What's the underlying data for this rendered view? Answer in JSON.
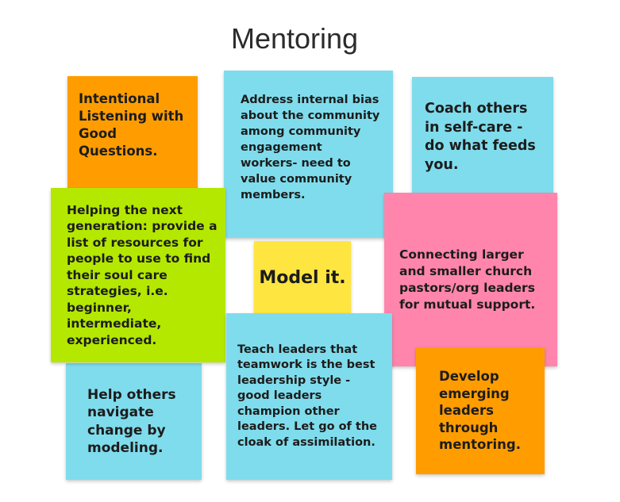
{
  "title": "Mentoring",
  "colors": {
    "orange": "#ff9d00",
    "cyan": "#7fdcec",
    "green": "#b4e800",
    "pink": "#ff85ad",
    "yellow": "#ffe540"
  },
  "notes": [
    {
      "id": "intentional-listening",
      "color": "orange",
      "text": "Intentional Listening with Good Questions."
    },
    {
      "id": "address-bias",
      "color": "cyan",
      "text": "Address internal bias about the community among community engagement workers- need to value community members."
    },
    {
      "id": "coach-self-care",
      "color": "cyan",
      "text": "Coach others in self-care - do what feeds you."
    },
    {
      "id": "helping-next-generation",
      "color": "green",
      "text": "Helping the next generation: provide a list of resources for people to use to find their soul care strategies, i.e. beginner, intermediate, experienced."
    },
    {
      "id": "connecting-pastors",
      "color": "pink",
      "text": "Connecting larger and smaller church pastors/org leaders for mutual support."
    },
    {
      "id": "model-it",
      "color": "yellow",
      "text": "Model it."
    },
    {
      "id": "help-navigate-change",
      "color": "cyan",
      "text": "Help others navigate change by modeling."
    },
    {
      "id": "teach-teamwork",
      "color": "cyan",
      "text": "Teach leaders that teamwork is the best leadership style - good leaders champion other leaders. Let go of the cloak of assimilation."
    },
    {
      "id": "develop-leaders",
      "color": "orange",
      "text": "Develop emerging leaders through mentoring."
    }
  ]
}
